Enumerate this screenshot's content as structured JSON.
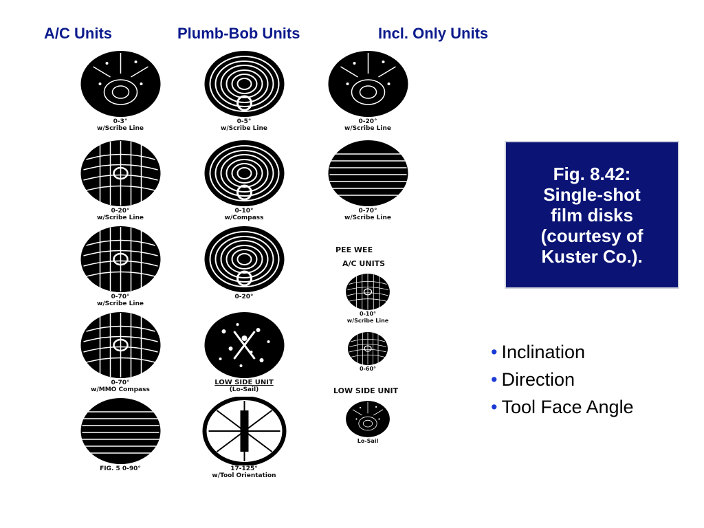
{
  "headers": [
    "A/C Units",
    "Plumb-Bob Units",
    "Incl. Only Units"
  ],
  "figure_box": {
    "lines": [
      "Fig. 8.42:",
      "Single-shot",
      "film disks",
      "(courtesy of",
      "Kuster Co.)."
    ]
  },
  "bullets": [
    "Inclination",
    "Direction",
    "Tool Face Angle"
  ],
  "disks": {
    "ac": [
      {
        "cap1": "0-3°",
        "cap2": "w/Scribe Line"
      },
      {
        "cap1": "0-20°",
        "cap2": "w/Scribe Line"
      },
      {
        "cap1": "0-70°",
        "cap2": "w/Scribe Line"
      },
      {
        "cap1": "0-70°",
        "cap2": "w/MMO Compass"
      },
      {
        "cap1": "FIG. 5 0-90°",
        "cap2": ""
      }
    ],
    "plumb": [
      {
        "cap1": "0-5°",
        "cap2": "w/Scribe Line"
      },
      {
        "cap1": "0-10°",
        "cap2": "w/Compass"
      },
      {
        "cap1": "0-20°",
        "cap2": ""
      },
      {
        "cap1": "LOW SIDE UNIT",
        "cap2": "(Lo-Sail)"
      },
      {
        "cap1": "17-125°",
        "cap2": "w/Tool Orientation"
      }
    ],
    "incl": [
      {
        "cap1": "0-20°",
        "cap2": "w/Scribe Line"
      },
      {
        "cap1": "0-70°",
        "cap2": "w/Scribe Line"
      },
      {
        "cap1": "0-10°",
        "cap2": "w/Scribe Line"
      },
      {
        "cap1": "0-60°",
        "cap2": ""
      },
      {
        "cap1": "Lo-Sail",
        "cap2": ""
      }
    ],
    "subheads": [
      "PEE WEE",
      "A/C UNITS",
      "LOW SIDE UNIT"
    ]
  }
}
